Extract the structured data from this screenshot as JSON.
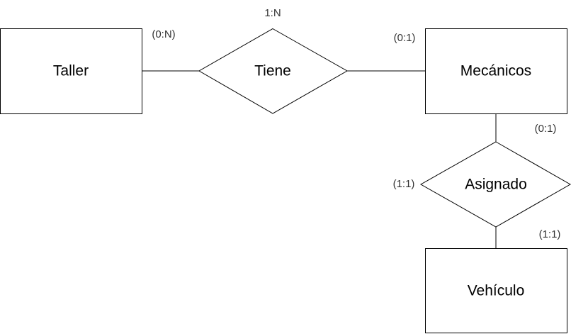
{
  "colors": {
    "stroke": "#000000",
    "fill": "#ffffff",
    "text": "#000000",
    "cardinality_text": "#333333"
  },
  "entities": {
    "taller": "Taller",
    "mecanicos": "Mecánicos",
    "vehiculo": "Vehículo"
  },
  "relationships": {
    "tiene": "Tiene",
    "asignado": "Asignado"
  },
  "cardinalities": {
    "tiene_type": "1:N",
    "taller_tiene": "(0:N)",
    "mecanicos_tiene": "(0:1)",
    "mecanicos_asignado": "(0:1)",
    "asignado_left": "(1:1)",
    "vehiculo_asignado": "(1:1)"
  }
}
